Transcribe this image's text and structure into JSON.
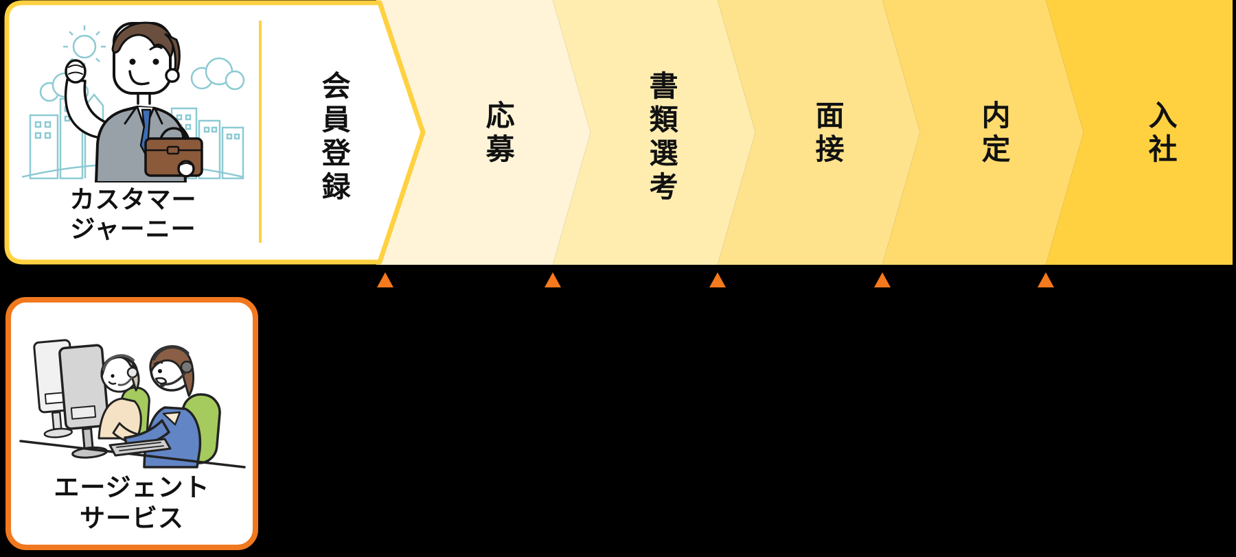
{
  "page": {
    "background_color": "#000000"
  },
  "journey_card": {
    "title_line1": "カスタマー",
    "title_line2": "ジャーニー",
    "illustration": "businessman-with-cityscape",
    "border_color": "#FFD140"
  },
  "stages": [
    {
      "label": "会員登録",
      "fill": "#FFFFFF"
    },
    {
      "label": "応募",
      "fill": "#FFF4D8"
    },
    {
      "label": "書類選考",
      "fill": "#FFEDB0"
    },
    {
      "label": "面接",
      "fill": "#FFE28C"
    },
    {
      "label": "内定",
      "fill": "#FFDB6E"
    },
    {
      "label": "入社",
      "fill": "#FFD140"
    }
  ],
  "markers": {
    "shape": "triangle-up",
    "color": "#F5791D",
    "count": 5
  },
  "agent_card": {
    "title_line1": "エージェント",
    "title_line2": "サービス",
    "illustration": "call-center-agents",
    "border_color": "#F0781E"
  },
  "colors": {
    "accent_yellow": "#FFD140",
    "accent_orange": "#F0781E",
    "text_color": "#111111"
  }
}
